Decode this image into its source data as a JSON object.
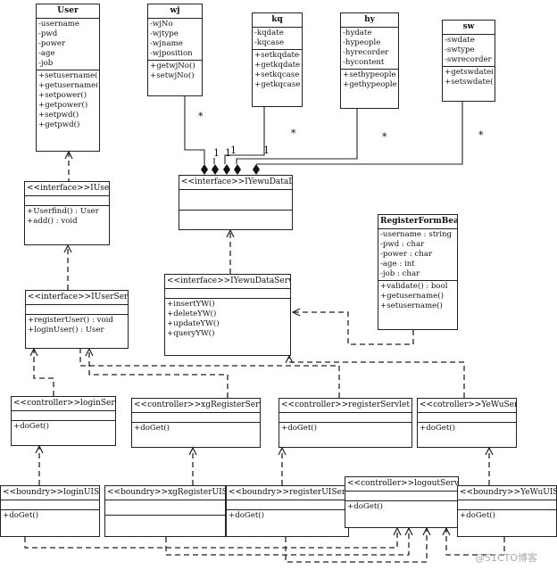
{
  "classes": {
    "user": {
      "name": "User",
      "attributes": [
        "-username",
        "-pwd",
        "-power",
        "-age",
        "-job"
      ],
      "methods": [
        "+setusername()",
        "+getusername()",
        "+setpower()",
        "+getpower()",
        "+setpwd()",
        "+getpwd()"
      ]
    },
    "wj": {
      "name": "wj",
      "attributes": [
        "-wjNo",
        "-wjtype",
        "-wjname",
        "-wjposition"
      ],
      "methods": [
        "+getwjNo()",
        "+setwjNo()"
      ]
    },
    "kq": {
      "name": "kq",
      "attributes": [
        "-kqdate",
        "-kqcase"
      ],
      "methods": [
        "+setkqdate()",
        "+getkqdate()",
        "+setkqcase()",
        "+getkqcase()"
      ]
    },
    "hy": {
      "name": "hy",
      "attributes": [
        "-hydate",
        "-hypeople",
        "-hyrecorder",
        "-hycontent"
      ],
      "methods": [
        "+sethypeople()",
        "+gethypeople()"
      ]
    },
    "sw": {
      "name": "sw",
      "attributes": [
        "-swdate",
        "-swtype",
        "-swrecorder"
      ],
      "methods": [
        "+getswdate()",
        "+setswdate()"
      ]
    },
    "iuserdao": {
      "name": "<<interface>>IUserDao",
      "attributes": [],
      "methods": [
        "+Userfind() : User",
        "+add() : void"
      ]
    },
    "iyewudatadao": {
      "name": "<<interface>>IYewuDataDao",
      "attributes": [],
      "methods": []
    },
    "registerformbean": {
      "name": "RegisterFormBean",
      "attributes": [
        "-username : string",
        "-pwd : char",
        "-power : char",
        "-age : int",
        "-job : char"
      ],
      "methods": [
        "+validate() : bool",
        "+getusername()",
        "+setusername()"
      ]
    },
    "iuserservice": {
      "name": "<<interface>>IUserService",
      "attributes": [],
      "methods": [
        "+registerUser() : void",
        "+loginUser() : User"
      ]
    },
    "iyewudataservice": {
      "name": "<<interface>>IYewuDataService",
      "attributes": [],
      "methods": [
        "+insertYW()",
        "+deleteYW()",
        "+updateYW()",
        "+queryYW()"
      ]
    },
    "loginservlet": {
      "name": "<<controller>>loginServlet",
      "attributes": [],
      "methods": [
        "+doGet()"
      ]
    },
    "xgregisterservlet": {
      "name": "<<controller>>xgRegisterServlet",
      "attributes": [],
      "methods": [
        "+doGet()"
      ]
    },
    "registerservlet": {
      "name": "<<controller>>registerServlet",
      "attributes": [],
      "methods": [
        "+doGet()"
      ]
    },
    "yewuservlet": {
      "name": "<<cotroller>>YeWuServlet",
      "attributes": [],
      "methods": [
        "+doGet()"
      ]
    },
    "loginuiservlet": {
      "name": "<<boundry>>loginUIServlet",
      "attributes": [],
      "methods": [
        "+doGet()"
      ]
    },
    "xgregisteruiservlet": {
      "name": "<<boundry>>xgRegisterUIServlet",
      "attributes": [],
      "methods": []
    },
    "registeruiservlet": {
      "name": "<<boundry>>registerUIServlet",
      "attributes": [],
      "methods": [
        "+doGet()"
      ]
    },
    "logoutservlet": {
      "name": "<<controller>>logoutServlet",
      "attributes": [],
      "methods": [
        "+doGet()"
      ]
    },
    "yewuuiservlet": {
      "name": "<<boundry>>YeWuUIServlet",
      "attributes": [],
      "methods": [
        "+doGet()"
      ]
    }
  },
  "multiplicities": {
    "star": "*",
    "one": "1"
  },
  "watermark": "@51CTO博客"
}
